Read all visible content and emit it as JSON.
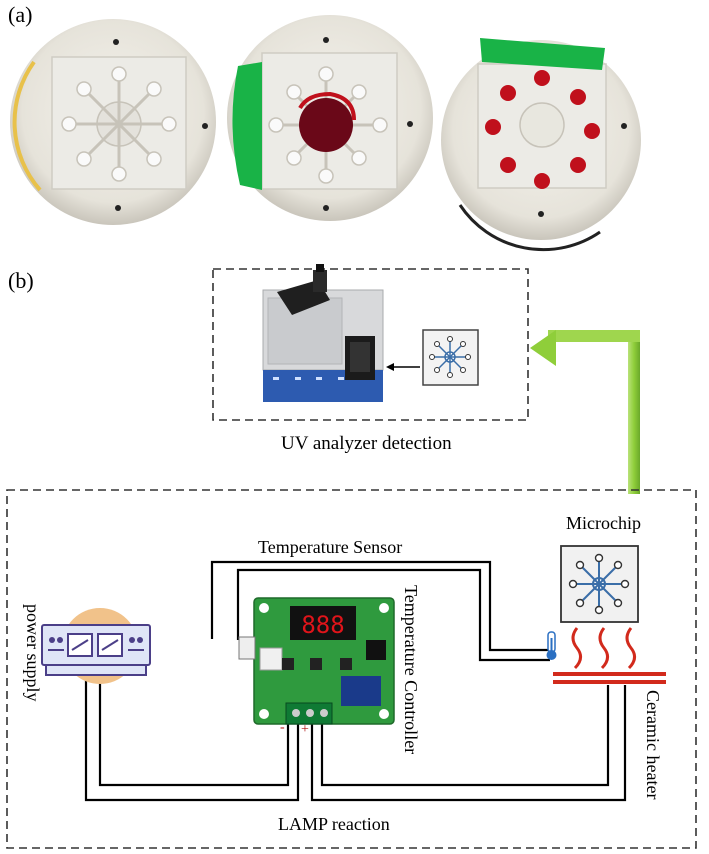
{
  "panel_a": {
    "label": "(a)"
  },
  "panel_b": {
    "label": "(b)",
    "uv_caption": "UV analyzer detection",
    "temperature_sensor": "Temperature Sensor",
    "temperature_controller": "Temperature Controller",
    "microchip": "Microchip",
    "power_supply": "power supply",
    "ceramic_heater": "Ceramic heater",
    "lamp_reaction": "LAMP reaction",
    "display_readout": "888",
    "polarity_minus": "-",
    "polarity_plus": "+"
  },
  "colors": {
    "chip_red": "#c0101c",
    "chip_darkred": "#6a0818",
    "green_tape": "#19b347",
    "arrow_green": "#8fce3a",
    "heater_red": "#d22a1c",
    "pcb_green": "#2f9a3e",
    "display_red": "#e0141a"
  }
}
